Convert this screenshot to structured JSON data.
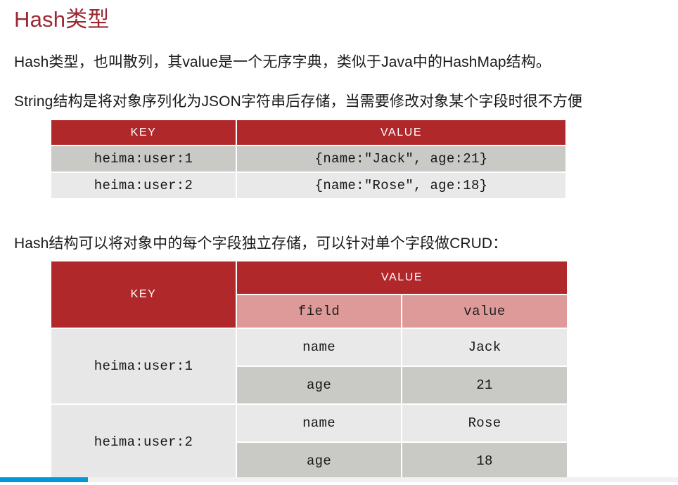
{
  "slide": {
    "title": "Hash类型",
    "title_color": "#9b2833",
    "paragraphs": [
      "Hash类型，也叫散列，其value是一个无序字典，类似于Java中的HashMap结构。",
      "String结构是将对象序列化为JSON字符串后存储，当需要修改对象某个字段时很不方便",
      "Hash结构可以将对象中的每个字段独立存储，可以针对单个字段做CRUD："
    ]
  },
  "colors": {
    "header_red": "#b0282a",
    "subheader_pink": "#de9a99",
    "row_dark": "#c9c9c6",
    "row_light": "#e9e9e9",
    "key_cell": "#e7e7e7",
    "progress_blue": "#0099d8"
  },
  "string_table": {
    "headers": {
      "key": "KEY",
      "value": "VALUE"
    },
    "rows": [
      {
        "key": "heima:user:1",
        "value": "{name:\"Jack\", age:21}"
      },
      {
        "key": "heima:user:2",
        "value": "{name:\"Rose\", age:18}"
      }
    ]
  },
  "hash_table": {
    "headers": {
      "key": "KEY",
      "value": "VALUE",
      "field": "field",
      "field_value": "value"
    },
    "groups": [
      {
        "key": "heima:user:1",
        "entries": [
          {
            "field": "name",
            "value": "Jack"
          },
          {
            "field": "age",
            "value": "21"
          }
        ]
      },
      {
        "key": "heima:user:2",
        "entries": [
          {
            "field": "name",
            "value": "Rose"
          },
          {
            "field": "age",
            "value": "18"
          }
        ]
      }
    ]
  },
  "progress": {
    "percent": 13
  }
}
